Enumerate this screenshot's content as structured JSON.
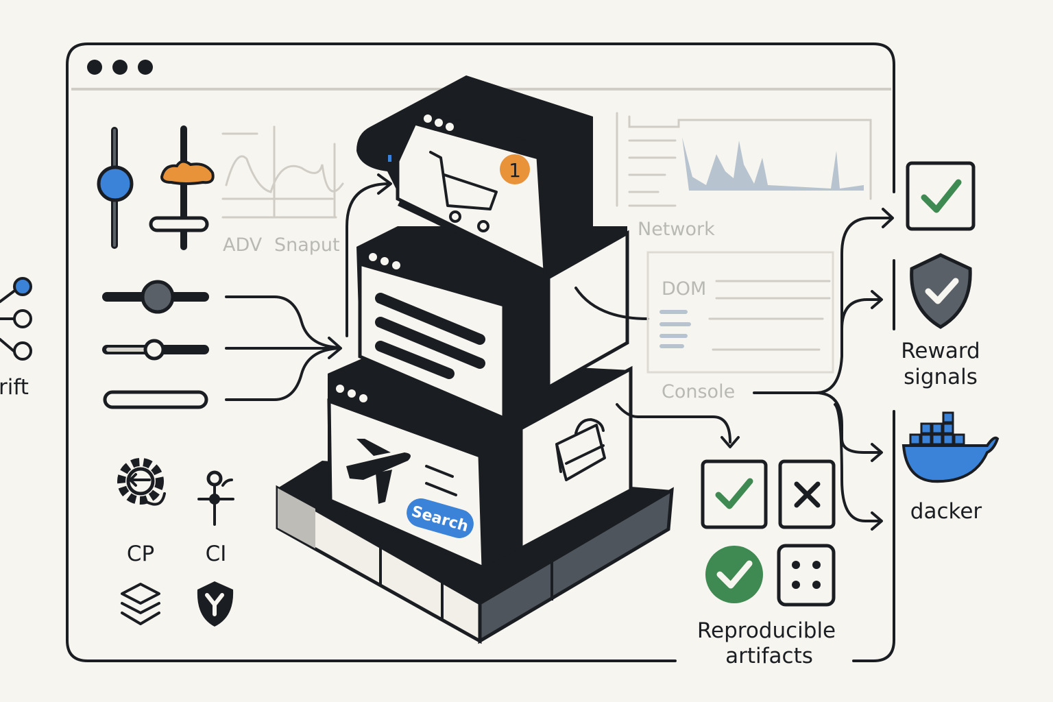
{
  "window": {
    "dots": 3
  },
  "left_panel": {
    "chart_labels": [
      "ADV",
      "Snaput"
    ],
    "tool_labels": {
      "cp": "CP",
      "ci": "CI"
    },
    "edge_label": "rift"
  },
  "center": {
    "cart_badge": "1",
    "search_button": "Search"
  },
  "devtools": {
    "network_label": "Network",
    "dom_label": "DOM",
    "console_label": "Console"
  },
  "outputs": {
    "reward_line1": "Reward",
    "reward_line2": "signals",
    "docker_label": "dacker",
    "artifacts_line1": "Reproducible",
    "artifacts_line2": "artifacts"
  },
  "colors": {
    "background": "#f7f5ef",
    "ink": "#1a1d21",
    "blue": "#3b82d9",
    "orange": "#e8923a",
    "green": "#3f8a52",
    "gray": "#5a6068"
  }
}
